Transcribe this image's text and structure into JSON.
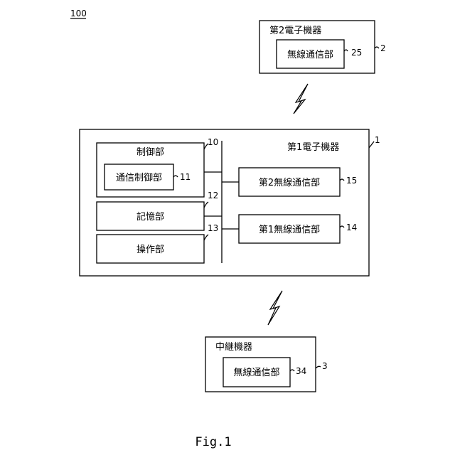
{
  "figure_ref": "100",
  "caption": "Fig.1",
  "devices": {
    "second_electronic": {
      "title": "第2電子機器",
      "ref": "2",
      "wireless_unit": {
        "label": "無線通信部",
        "ref": "25"
      }
    },
    "first_electronic": {
      "title": "第1電子機器",
      "ref": "1",
      "control_unit": {
        "label": "制御部",
        "ref": "10"
      },
      "comm_control_unit": {
        "label": "通信制御部",
        "ref": "11"
      },
      "storage_unit": {
        "label": "記憶部",
        "ref": "12"
      },
      "operation_unit": {
        "label": "操作部",
        "ref": "13"
      },
      "second_wireless_unit": {
        "label": "第2無線通信部",
        "ref": "15"
      },
      "first_wireless_unit": {
        "label": "第1無線通信部",
        "ref": "14"
      }
    },
    "relay": {
      "title": "中継機器",
      "ref": "3",
      "wireless_unit": {
        "label": "無線通信部",
        "ref": "34"
      }
    }
  }
}
